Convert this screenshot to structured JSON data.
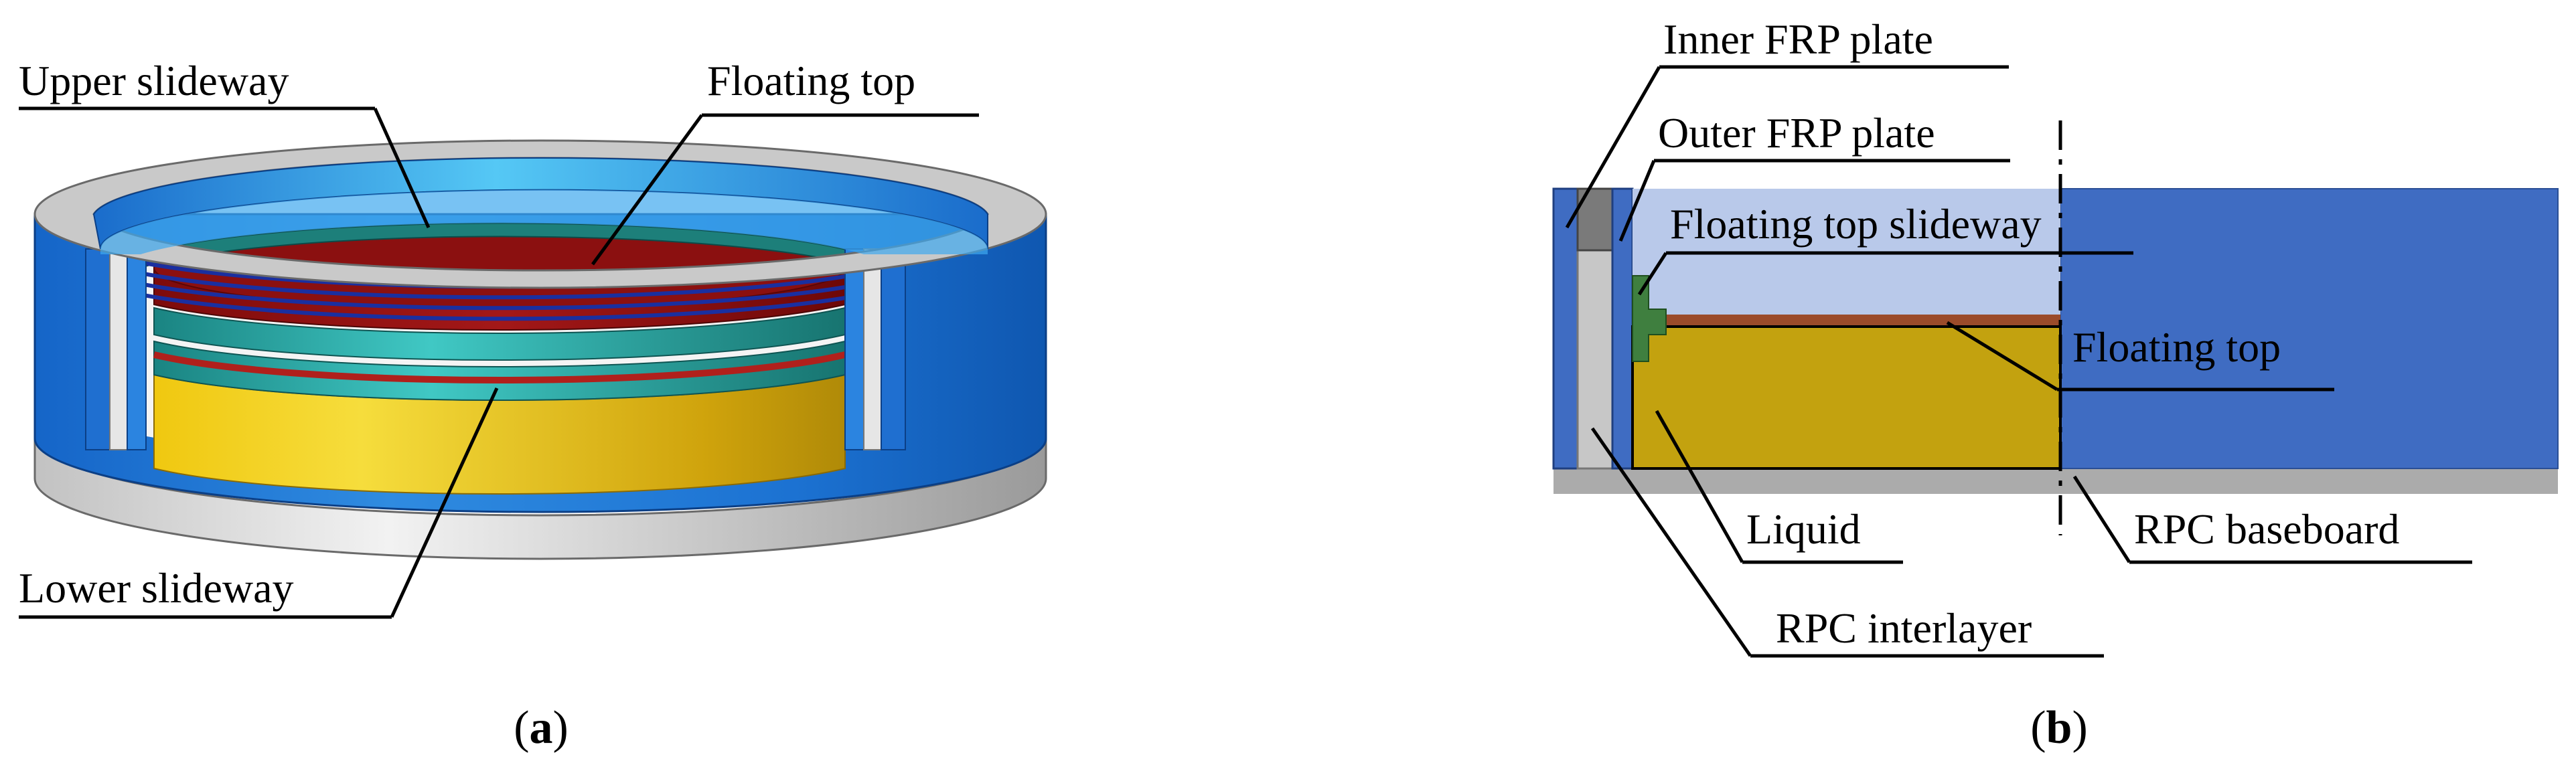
{
  "panel_a": {
    "caption_open": "(",
    "caption_letter": "a",
    "caption_close": ")",
    "labels": {
      "upper_slideway": "Upper slideway",
      "floating_top": "Floating top",
      "lower_slideway": "Lower slideway"
    }
  },
  "panel_b": {
    "caption_open": "(",
    "caption_letter": "b",
    "caption_close": ")",
    "labels": {
      "inner_frp_plate": "Inner FRP plate",
      "outer_frp_plate": "Outer FRP plate",
      "floating_top_slideway": "Floating top slideway",
      "floating_top": "Floating top",
      "liquid": "Liquid",
      "rpc_baseboard": "RPC baseboard",
      "rpc_interlayer": "RPC interlayer"
    }
  },
  "colors": {
    "frp_blue": "#1e6fd0",
    "frp_blue_light": "#45a8f0",
    "rpc_grey": "#bdbdbd",
    "floating_top_red": "#8f1010",
    "slideway_teal": "#1f8f8a",
    "liquid_yellow": "#e1be10",
    "section_blue": "#3f6cc2",
    "section_light_blue": "#b9c9ea",
    "section_liquid": "#c3a20f",
    "section_top": "#9b4b2a",
    "section_slideway_green": "#3f7f3f",
    "section_base_grey": "#ababab"
  }
}
